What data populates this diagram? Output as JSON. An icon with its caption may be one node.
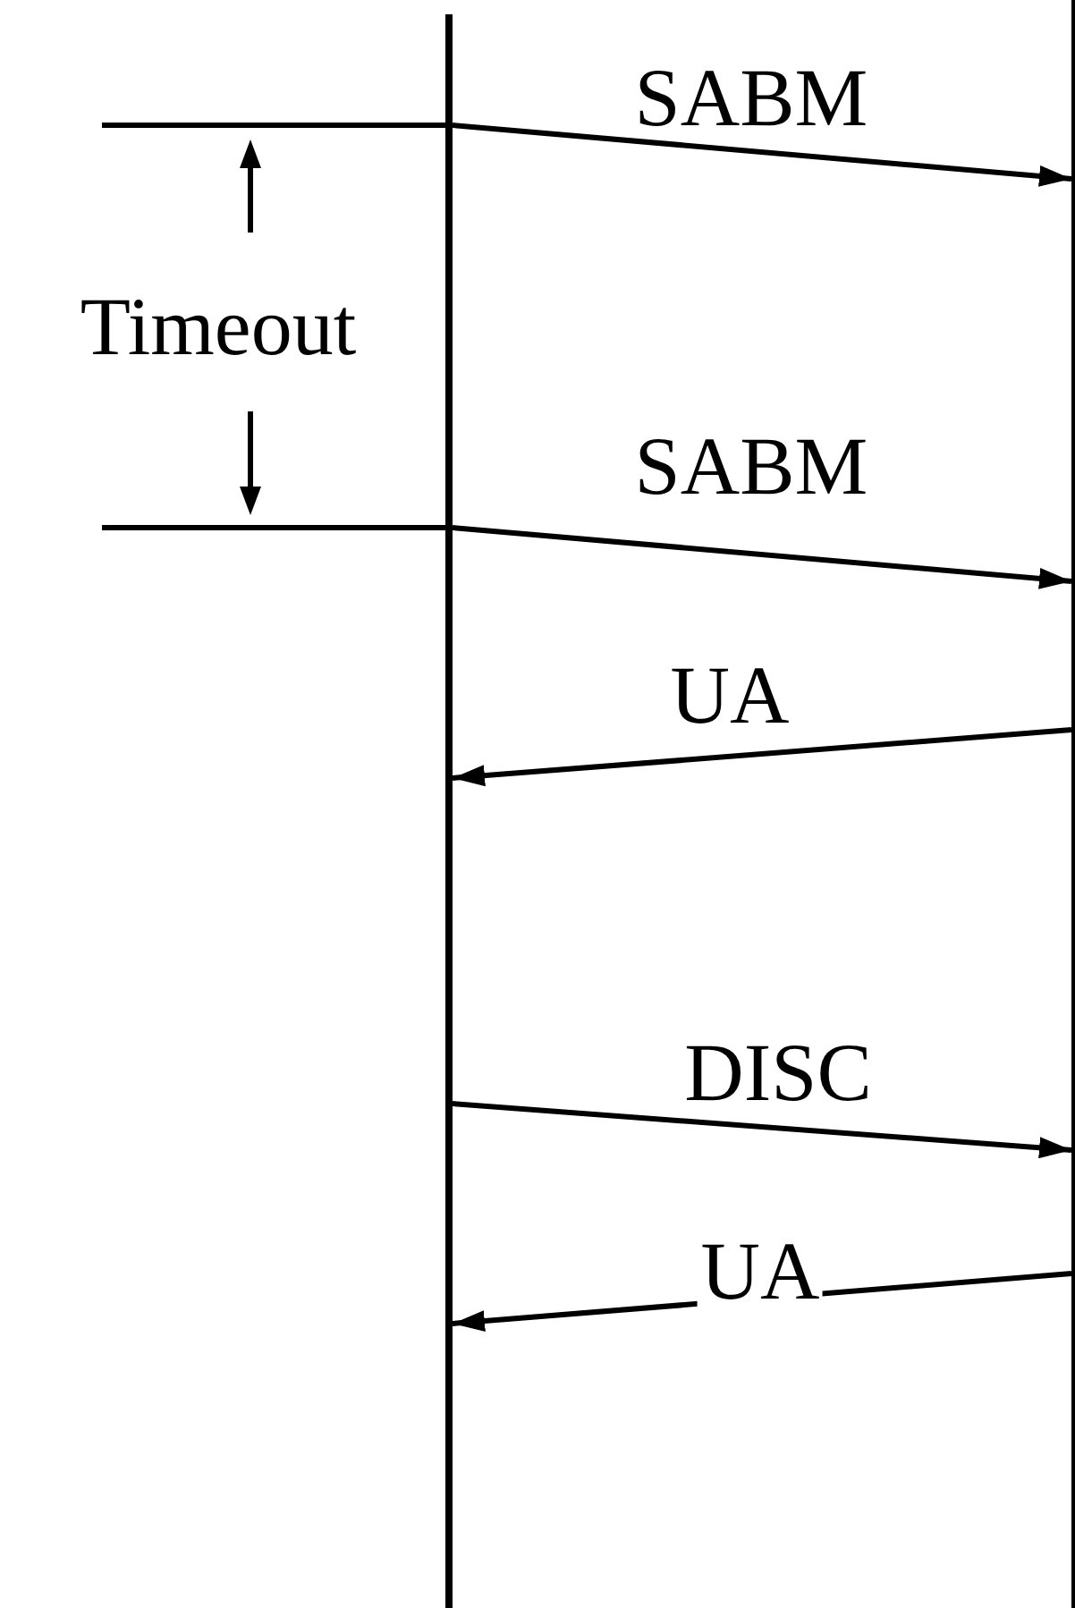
{
  "diagram": {
    "nodes": [
      {
        "text": [],
        "shape": "bar"
      },
      {
        "text": [],
        "shape": "bar"
      }
    ],
    "edges": [
      {
        "from": 0,
        "to": 1,
        "arrow": "to",
        "label": "SABM"
      },
      {
        "from": 0,
        "to": 1,
        "arrow": "to",
        "label": "SABM"
      },
      {
        "from": 1,
        "to": 0,
        "arrow": "to",
        "label": "UA"
      },
      {
        "from": 0,
        "to": 1,
        "arrow": "to",
        "label": "DISC"
      },
      {
        "from": 1,
        "to": 0,
        "arrow": "to",
        "label": "UA"
      }
    ],
    "labels": [
      "Timeout"
    ]
  }
}
